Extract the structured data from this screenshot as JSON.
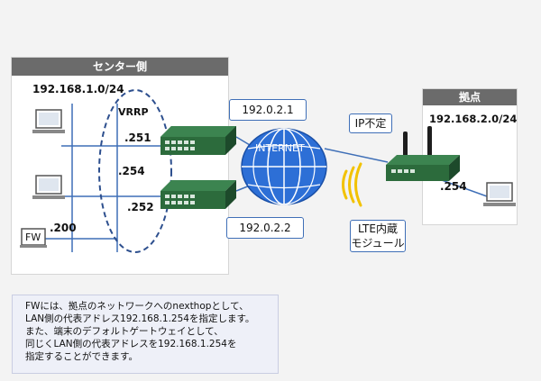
{
  "center": {
    "title": "センター側",
    "network": "192.168.1.0/24",
    "vrrp": "VRRP",
    "addr_251": ".251",
    "addr_254": ".254",
    "addr_252": ".252",
    "fw_label": "FW",
    "fw_addr": ".200"
  },
  "internet": {
    "label": "INTERNET",
    "ip_top": "192.0.2.1",
    "ip_bottom": "192.0.2.2"
  },
  "branch": {
    "title": "拠点",
    "network": "192.168.2.0/24",
    "addr": ".254",
    "ip_unfixed": "IP不定",
    "lte_line1": "LTE内蔵",
    "lte_line2": "モジュール"
  },
  "note": {
    "lines": [
      "FWには、拠点のネットワークへのnexthopとして、",
      "LAN側の代表アドレス192.168.1.254を指定します。",
      "また、端末のデフォルトゲートウェイとして、",
      "同じくLAN側の代表アドレスを192.168.1.254を",
      "指定することができます。"
    ]
  },
  "colors": {
    "link_blue": "#3f6fb7",
    "router_green": "#2c6b3c",
    "globe_blue": "#2d6fd6",
    "wireless_yellow": "#f2c200",
    "header_gray": "#6b6b6b"
  }
}
